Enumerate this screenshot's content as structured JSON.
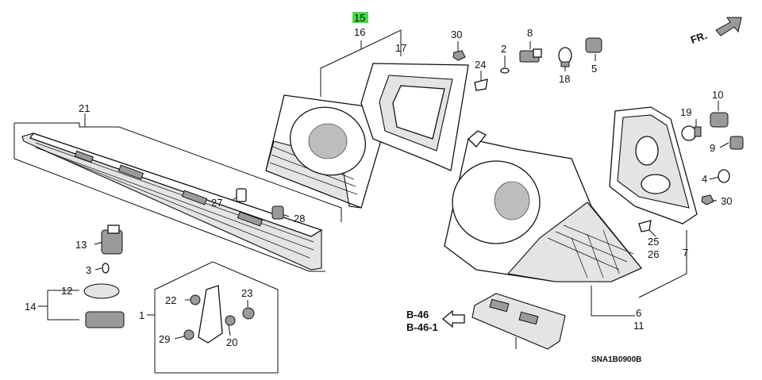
{
  "direction_label": "FR.",
  "highlight_color": "#4dd84d",
  "callouts": {
    "c15": "15",
    "c16": "16",
    "c17": "17",
    "c30a": "30",
    "c2": "2",
    "c8": "8",
    "c24": "24",
    "c18": "18",
    "c5": "5",
    "c21": "21",
    "c19": "19",
    "c10": "10",
    "c9": "9",
    "c4": "4",
    "c30b": "30",
    "c27": "27",
    "c28": "28",
    "c13": "13",
    "c3": "3",
    "c25": "25",
    "c26": "26",
    "c7": "7",
    "c12": "12",
    "c14": "14",
    "c22": "22",
    "c23": "23",
    "c1": "1",
    "c20": "20",
    "c29": "29",
    "c6": "6",
    "c11": "11"
  },
  "references": [
    "B-46",
    "B-46-1"
  ],
  "diagram_code": "SNA1B0900B"
}
